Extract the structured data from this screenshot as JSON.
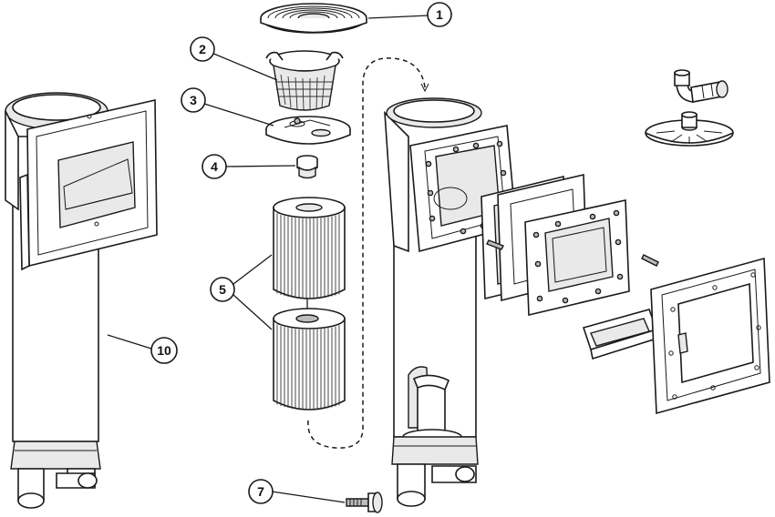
{
  "callouts": [
    {
      "id": "c1",
      "label": "1"
    },
    {
      "id": "c2",
      "label": "2"
    },
    {
      "id": "c3",
      "label": "3"
    },
    {
      "id": "c4",
      "label": "4"
    },
    {
      "id": "c5",
      "label": "5"
    },
    {
      "id": "c7",
      "label": "7"
    },
    {
      "id": "c10",
      "label": "10"
    }
  ]
}
